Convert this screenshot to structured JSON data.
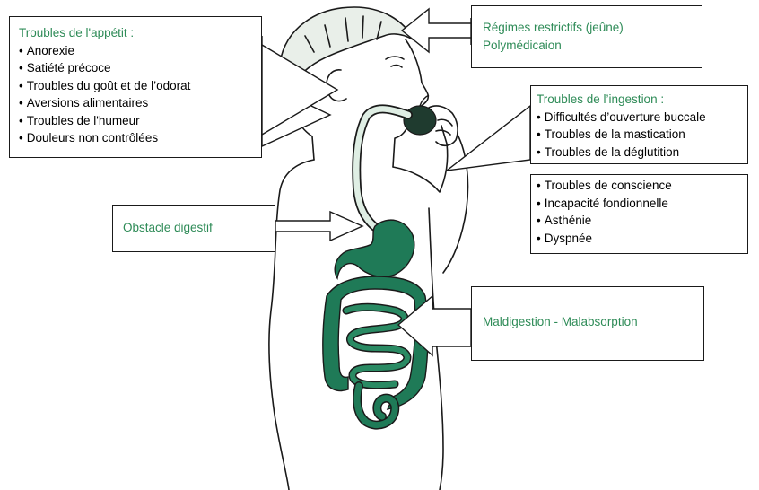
{
  "colors": {
    "accent_text": "#2e8b57",
    "organ_fill": "#1f7a57",
    "outline": "#1a1a1a"
  },
  "boxes": {
    "appetite": {
      "title": "Troubles de l'appétit :",
      "items": [
        "Anorexie",
        "Satiété précoce",
        "Troubles du goût et de l’odorat",
        "Aversions alimentaires",
        "Troubles de l'humeur",
        "Douleurs non contrôlées"
      ]
    },
    "regimes": {
      "line1": "Régimes restrictifs (jeûne)",
      "line2": "Polymédicaion"
    },
    "ingestion": {
      "title": "Troubles de l’ingestion :",
      "items": [
        "Difficultés d’ouverture buccale",
        "Troubles de la mastication",
        "Troubles de la déglutition"
      ]
    },
    "conscience": {
      "items": [
        "Troubles de conscience",
        "Incapacité fondionnelle",
        "Asthénie",
        "Dyspnée"
      ]
    },
    "obstacle": {
      "title": "Obstacle digestif"
    },
    "malabsorption": {
      "title": "Maldigestion - Malabsorption"
    }
  }
}
